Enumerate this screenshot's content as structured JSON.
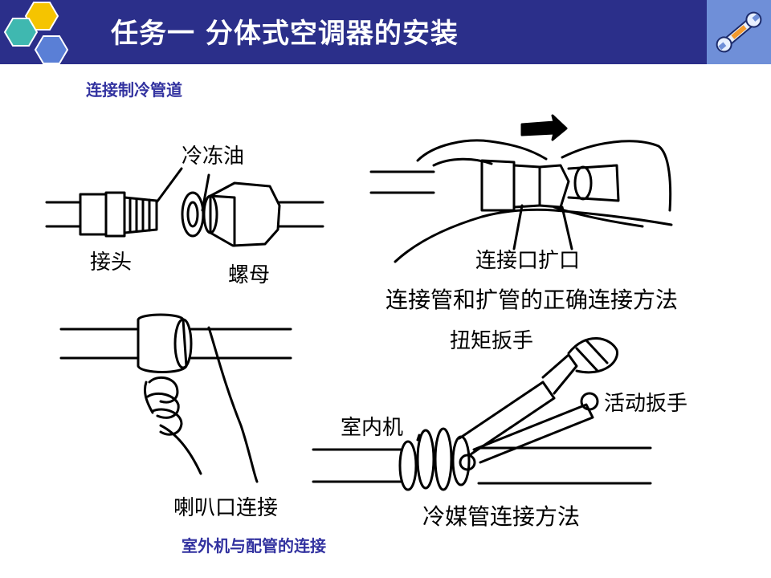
{
  "header": {
    "title": "任务一 分体式空调器的安装",
    "colors": {
      "bar": "#2b2f8a",
      "hex_yellow": "#f5c400",
      "hex_teal": "#3fb8b0",
      "hex_blue": "#5a7fd6",
      "tool_box": "#6f8fd8"
    },
    "icons": [
      "hexagon-logo-icon",
      "wrench-icon"
    ]
  },
  "sections": {
    "top": "连接制冷管道",
    "bottom": "室外机与配管的连接"
  },
  "labels": {
    "refrigerant_oil": "冷冻油",
    "joint": "接头",
    "nut": "螺母",
    "flare_port": "连接口扩口",
    "correct_method": "连接管和扩管的正确连接方法",
    "flare_connection": "喇叭口连接",
    "torque_wrench": "扭矩扳手",
    "adjustable_wrench": "活动扳手",
    "indoor_unit": "室内机",
    "refrigerant_pipe_method": "冷媒管连接方法"
  }
}
